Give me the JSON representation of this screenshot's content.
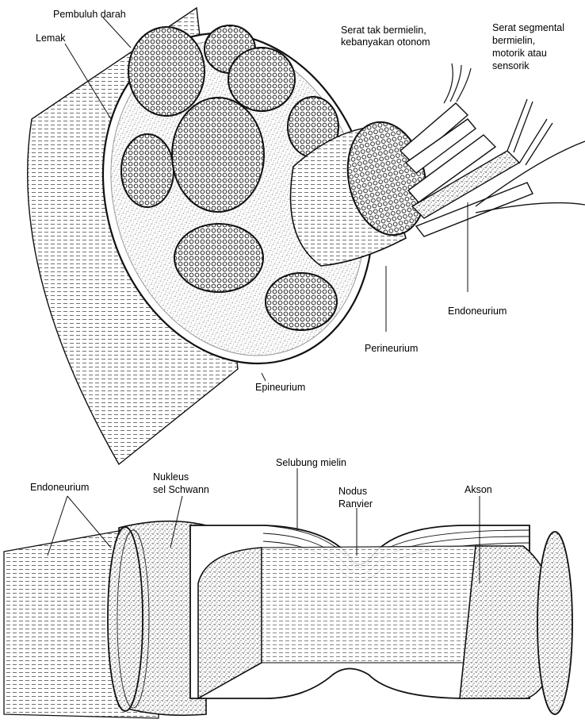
{
  "top_figure": {
    "labels": {
      "pembuluh_darah": "Pembuluh darah",
      "lemak": "Lemak",
      "serat_tak_bermielin_1": "Serat tak bermielin,",
      "serat_tak_bermielin_2": "kebanyakan otonom",
      "serat_segmental_1": "Serat segmental",
      "serat_segmental_2": "bermielin,",
      "serat_segmental_3": "motorik atau",
      "serat_segmental_4": "sensorik",
      "endoneurium": "Endoneurium",
      "perineurium": "Perineurium",
      "epineurium": "Epineurium"
    }
  },
  "bottom_figure": {
    "labels": {
      "endoneurium": "Endoneurium",
      "nukleus_1": "Nukleus",
      "nukleus_2": "sel Schwann",
      "selubung_mielin": "Selubung mielin",
      "nodus_1": "Nodus",
      "nodus_2": "Ranvier",
      "akson": "Akson"
    }
  }
}
